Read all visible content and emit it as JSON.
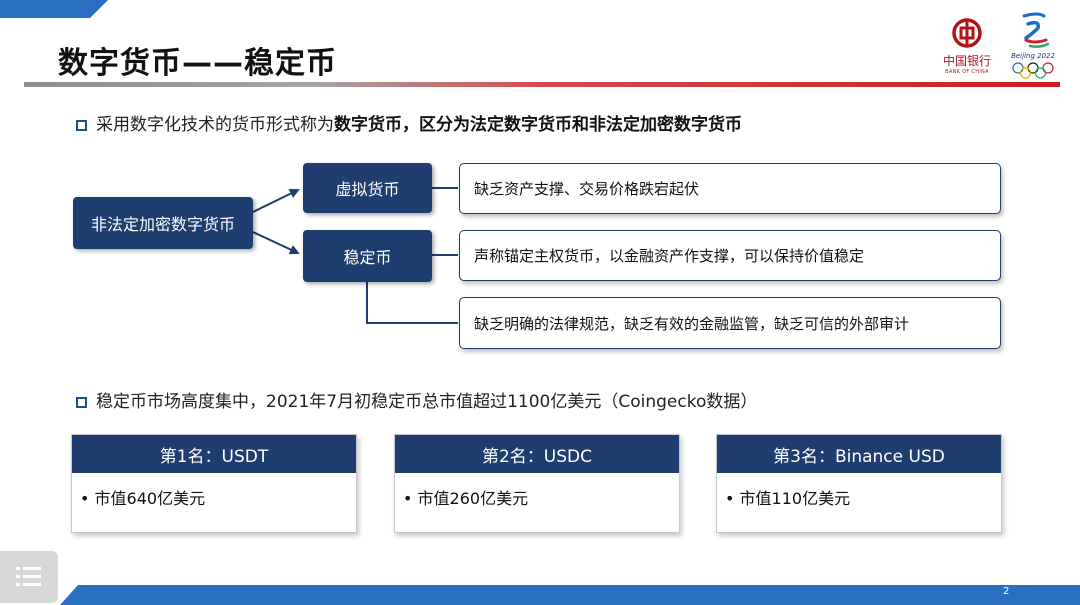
{
  "slide": {
    "title": "数字货币——稳定币",
    "page_number": "2"
  },
  "logos": {
    "boc_cn": "中国银行",
    "boc_en": "BANK OF CHINA",
    "beijing": "Beijing 2022"
  },
  "bullets": {
    "first_prefix": "采用数字化技术的货币形式称为",
    "first_bold": "数字货币，区分为法定数字货币和非法定加密数字货币",
    "second": "稳定币市场高度集中，2021年7月初稳定币总市值超过1100亿美元（Coingecko数据）"
  },
  "diagram": {
    "root": "非法定加密数字货币",
    "branch_virtual": "虚拟货币",
    "branch_stable": "稳定币",
    "desc_virtual": "缺乏资产支撑、交易价格跌宕起伏",
    "desc_stable_1": "声称锚定主权货币，以金融资产作支撑，可以保持价值稳定",
    "desc_stable_2": "缺乏明确的法律规范，缺乏有效的金融监管，缺乏可信的外部审计"
  },
  "rankings": [
    {
      "title": "第1名：USDT",
      "value": "• 市值640亿美元"
    },
    {
      "title": "第2名：USDC",
      "value": "• 市值260亿美元"
    },
    {
      "title": "第3名：Binance USD",
      "value": "• 市值110亿美元"
    }
  ],
  "colors": {
    "navy": "#1f3d6e",
    "accent_red": "#c81e1e",
    "blue_band": "#2b6fc2"
  }
}
